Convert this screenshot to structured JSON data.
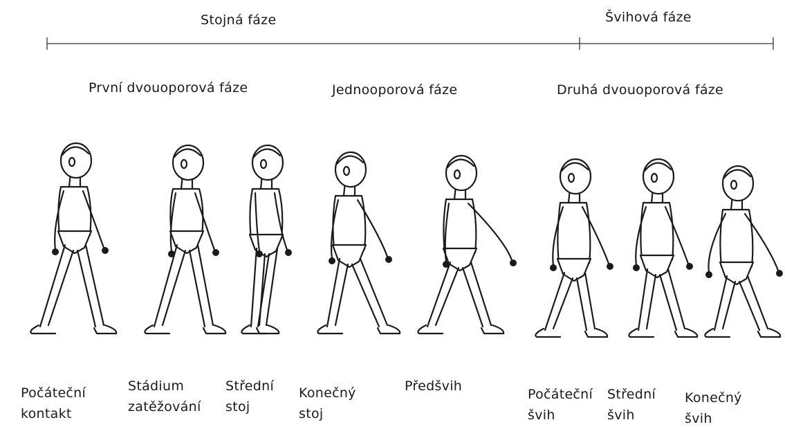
{
  "phases": {
    "stance": "Stojná fáze",
    "swing": "Švihová fáze"
  },
  "subphases": {
    "first_double": "První dvouoporová fáze",
    "single": "Jednooporová fáze",
    "second_double": "Druhá dvouoporová fáze"
  },
  "stages": [
    {
      "line1": "Počáteční",
      "line2": "kontakt"
    },
    {
      "line1": "Stádium",
      "line2": "zatěžování"
    },
    {
      "line1": "Střední",
      "line2": "stoj"
    },
    {
      "line1": "Konečný",
      "line2": "stoj"
    },
    {
      "line1": "Předšvih",
      "line2": ""
    },
    {
      "line1": "Počáteční",
      "line2": "švih"
    },
    {
      "line1": "Střední",
      "line2": "švih"
    },
    {
      "line1": "Konečný",
      "line2": "švih"
    }
  ]
}
